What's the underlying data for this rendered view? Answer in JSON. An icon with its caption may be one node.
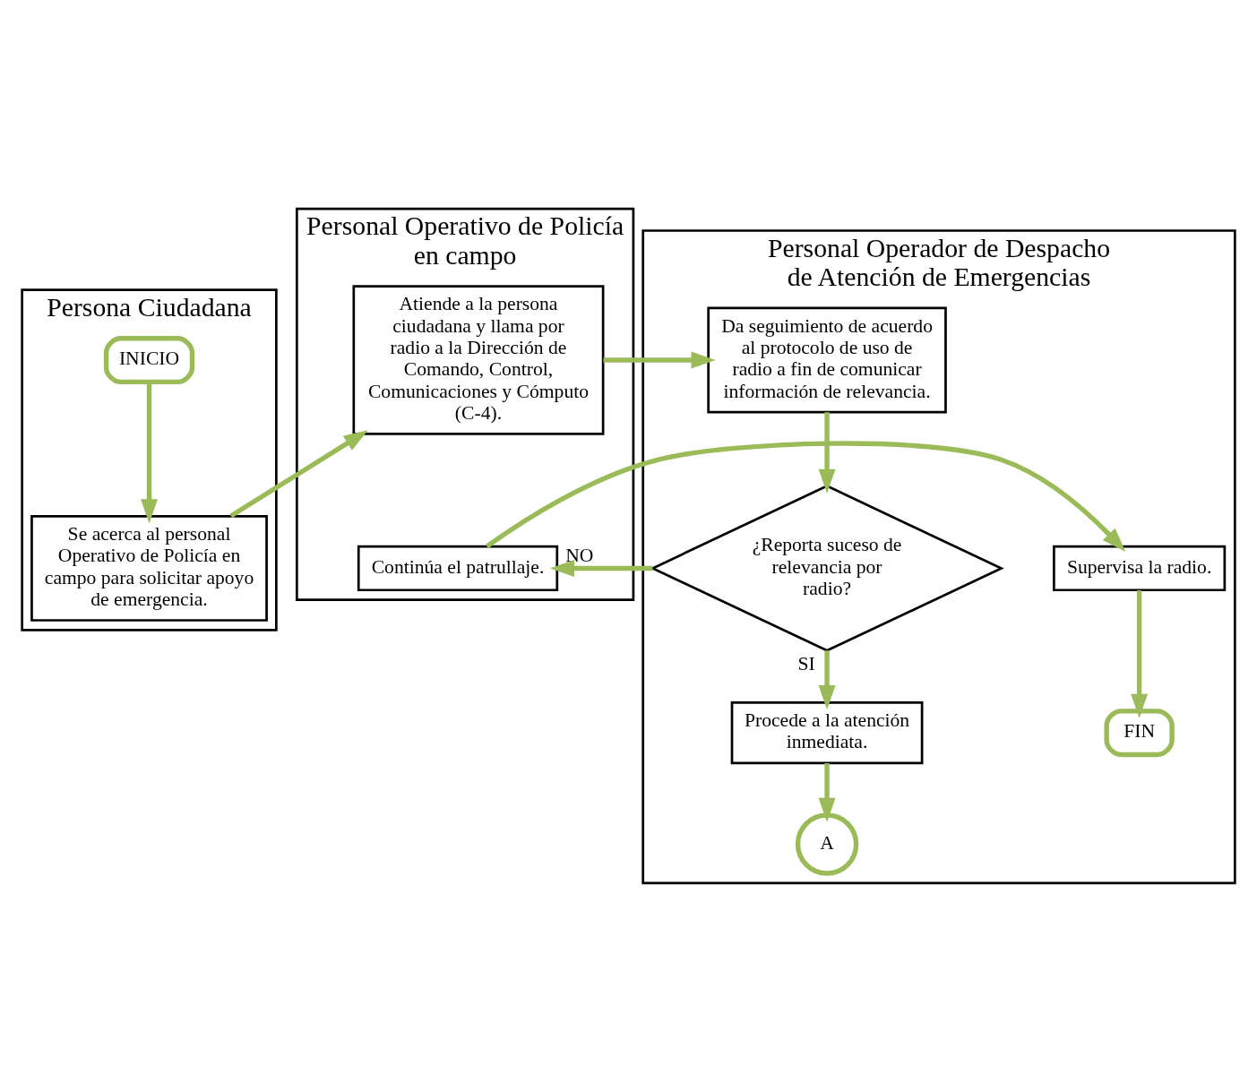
{
  "diagram": {
    "nodes": [
      {
        "text": [
          "Persona Ciudadana"
        ]
      },
      {
        "text": [
          "Personal Operativo de Policía en campo"
        ]
      },
      {
        "text": [
          "Personal Operador de Despacho de Atención de Emergencias"
        ]
      },
      {
        "text": [
          "INICIO"
        ],
        "in": 0
      },
      {
        "text": [
          "Se acerca al personal Operativo de Policía en campo para solicitar apoyo de emergencia."
        ],
        "in": 0
      },
      {
        "text": [
          "Atiende a la persona ciudadana y llama por radio a la Dirección de Comando, Control, Comunicaciones y Cómputo (C-4)."
        ],
        "in": 1
      },
      {
        "text": [
          "Da seguimiento de acuerdo al protocolo de uso de radio a fin de comunicar información de relevancia."
        ],
        "in": 2
      },
      {
        "text": [
          "¿Reporta suceso de relevancia por radio?"
        ],
        "in": 2
      },
      {
        "text": [
          "Procede a la atención inmediata."
        ],
        "in": 2
      },
      {
        "text": [
          "A"
        ],
        "in": 2
      },
      {
        "text": [
          "Continúa el patrullaje."
        ],
        "in": 1
      },
      {
        "text": [
          "Supervisa la radio."
        ],
        "in": 2
      },
      {
        "text": [
          "FIN"
        ],
        "in": 2
      }
    ],
    "edges": [
      {
        "from": 3,
        "to": 4,
        "arrow": "to"
      },
      {
        "from": 4,
        "to": 5,
        "arrow": "to"
      },
      {
        "from": 5,
        "to": 6,
        "arrow": "to"
      },
      {
        "from": 6,
        "to": 7,
        "arrow": "to"
      },
      {
        "from": 7,
        "to": 10,
        "arrow": "to",
        "label": "NO"
      },
      {
        "from": 7,
        "to": 8,
        "arrow": "to",
        "label": "SI"
      },
      {
        "from": 8,
        "to": 9,
        "arrow": "to"
      },
      {
        "from": 10,
        "to": 11,
        "arrow": "to"
      },
      {
        "from": 11,
        "to": 12,
        "arrow": "to"
      }
    ]
  }
}
